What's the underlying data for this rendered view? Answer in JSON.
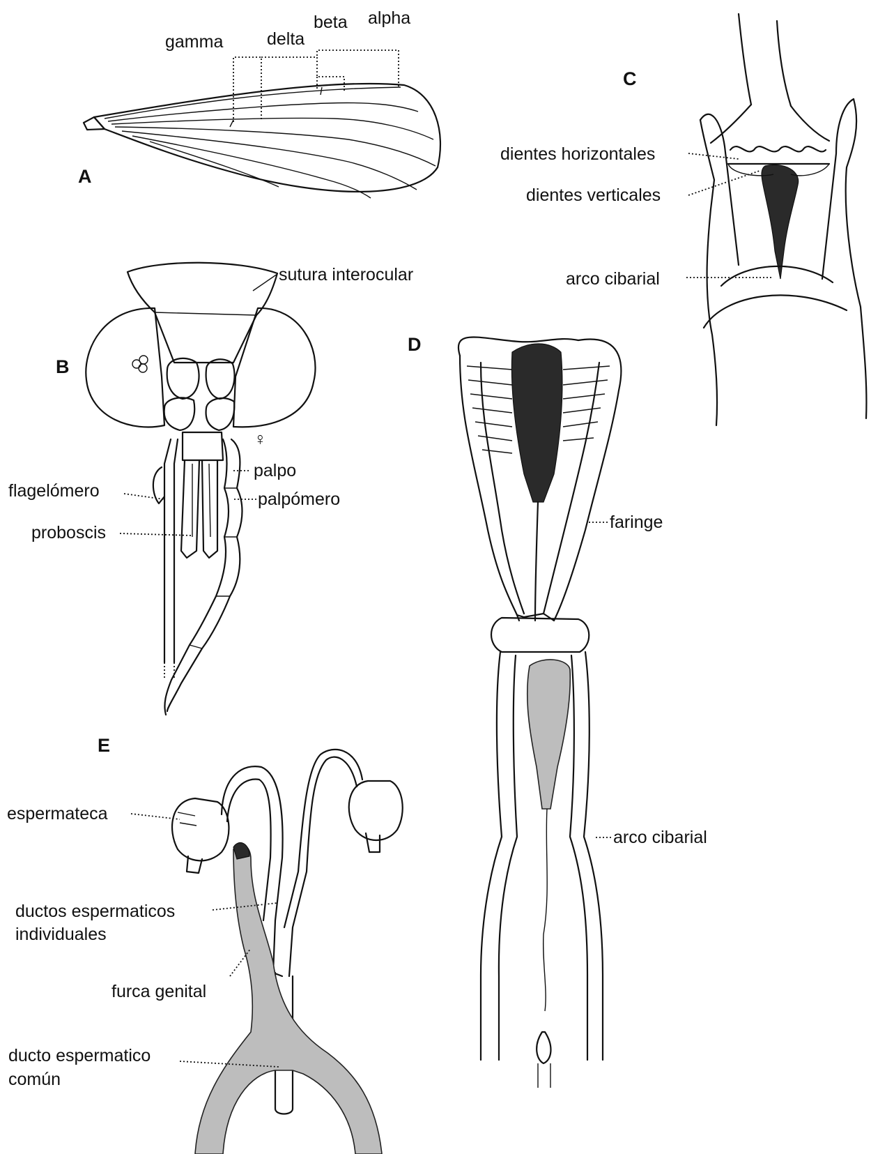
{
  "panels": {
    "a": "A",
    "b": "B",
    "c": "C",
    "d": "D",
    "e": "E"
  },
  "wing_labels": {
    "gamma": "gamma",
    "delta": "delta",
    "beta": "beta",
    "alpha": "alpha"
  },
  "head_labels": {
    "sutura": "sutura interocular",
    "female_symbol": "♀",
    "palpo": "palpo",
    "flagelomero": "flagelómero",
    "palpomero": "palpómero",
    "proboscis": "proboscis"
  },
  "cibarium_labels": {
    "dientes_horizontales": "dientes horizontales",
    "dientes_verticales": "dientes verticales",
    "arco_cibarial": "arco cibarial"
  },
  "pharynx_labels": {
    "faringe": "faringe",
    "arco_cibarial": "arco cibarial"
  },
  "genital_labels": {
    "espermateca": "espermateca",
    "ductos_line1": "ductos espermaticos",
    "ductos_line2": "individuales",
    "furca": "furca genital",
    "ducto_comun_line1": "ducto espermatico",
    "ducto_comun_line2": "común"
  }
}
